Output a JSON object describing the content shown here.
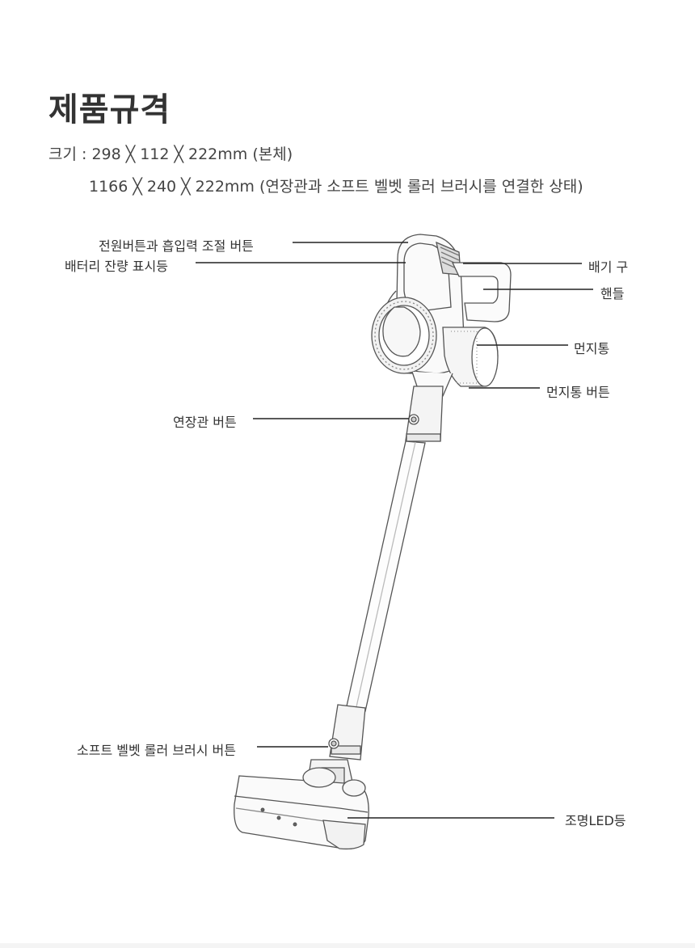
{
  "title": "제품규격",
  "spec": {
    "line1": "크기 : 298 ╳ 112 ╳ 222mm (본체)",
    "line2": "1166 ╳ 240 ╳ 222mm (연장관과 소프트 벨벳 롤러 브러시를 연결한 상태)"
  },
  "labels": {
    "power_button": "전원버튼과 흡입력 조절 버튼",
    "battery_indicator": "배터리 잔량 표시등",
    "exhaust": "배기 구",
    "handle": "핸들",
    "dust_bin": "먼지통",
    "dust_bin_button": "먼지통 버튼",
    "extension_button": "연장관 버튼",
    "brush_button": "소프트 벨벳 롤러 브러시 버튼",
    "led_light": "조명LED등"
  }
}
